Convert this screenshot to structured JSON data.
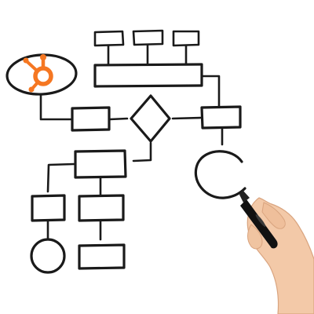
{
  "diagram": {
    "type": "hand-drawn flowchart",
    "ink_color": "#1a1a1a",
    "background_color": "#ffffff",
    "logo": {
      "icon": "hubspot-sprocket-icon",
      "color": "#f57722"
    },
    "shapes": {
      "rectangles": 10,
      "diamonds": 1,
      "ellipses": 1,
      "circles": 2
    },
    "hand": {
      "skin_color": "#f3c9a8",
      "marker_color": "#111111"
    }
  }
}
